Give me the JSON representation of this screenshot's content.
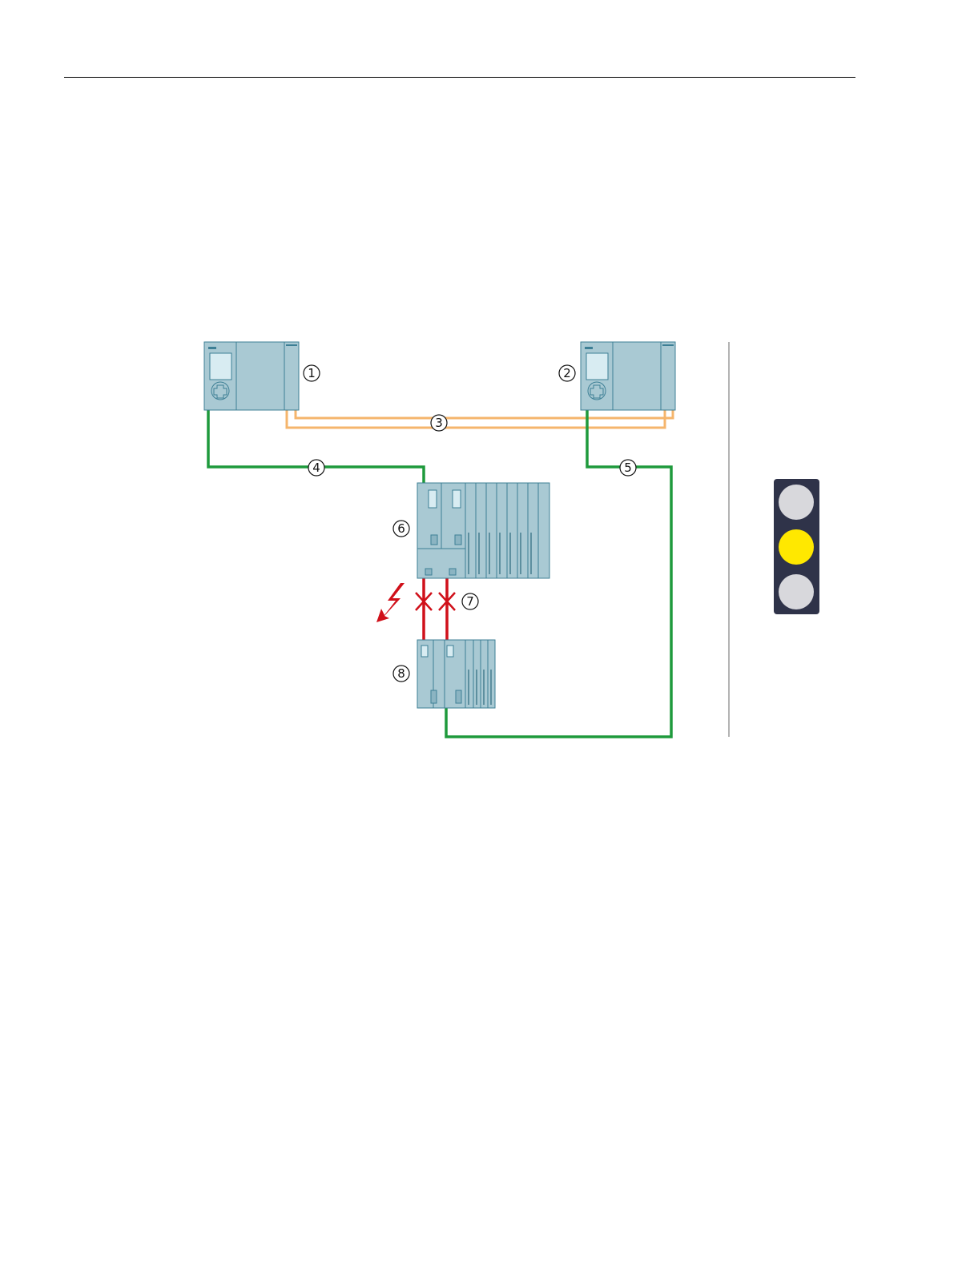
{
  "diagram": {
    "callouts": [
      "1",
      "2",
      "3",
      "4",
      "5",
      "6",
      "7",
      "8"
    ],
    "colors": {
      "network_green": "#1e9a3c",
      "sync_orange": "#f5b56c",
      "fault_red": "#d0101a",
      "module_blue": "#a9c9d3",
      "traffic_light_body": "#2f3349",
      "traffic_light_active": "#ffe800",
      "traffic_light_inactive": "#d8d8dc"
    },
    "traffic_light": {
      "lamps": [
        "off",
        "yellow",
        "off"
      ]
    },
    "icons": [
      "cpu-icon",
      "interface-module-icon",
      "io-device-icon",
      "lightning-fault-icon",
      "line-break-icon",
      "traffic-light-icon"
    ]
  }
}
